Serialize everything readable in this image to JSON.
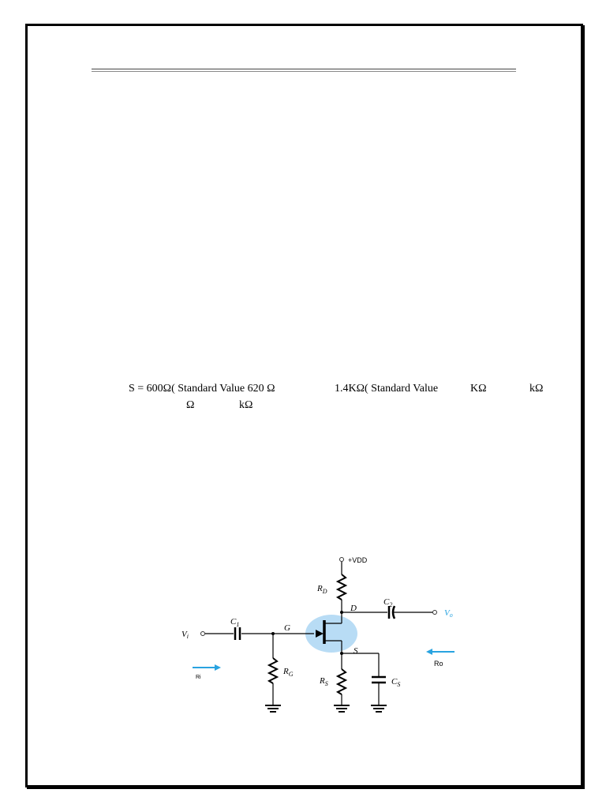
{
  "document": {
    "line1": [
      {
        "id": "s",
        "text": "S = 600Ω( Standard Value 620 Ω"
      },
      {
        "id": "d",
        "text": "1.4KΩ( Standard Value"
      },
      {
        "id": "k1",
        "text": "KΩ"
      },
      {
        "id": "k2",
        "text": "kΩ"
      }
    ],
    "line2": [
      {
        "id": "o",
        "text": "Ω"
      },
      {
        "id": "k3",
        "text": "kΩ"
      }
    ]
  },
  "circuit": {
    "vdd": "+VDD",
    "rd_main": "R",
    "rd_sub": "D",
    "drain": "D",
    "c2_main": "C",
    "c2_sub": "2",
    "vo_main": "V",
    "vo_sub": "o",
    "vi_main": "V",
    "vi_sub": "i",
    "c1_main": "C",
    "c1_sub": "1",
    "gate": "G",
    "source": "S",
    "rg_main": "R",
    "rg_sub": "G",
    "rs_main": "R",
    "rs_sub": "S",
    "cs_main": "C",
    "cs_sub": "S",
    "ri": "Ri",
    "ro": "Ro",
    "colors": {
      "arrow": "#29a3e0",
      "highlight": "#b8dcf5",
      "vo": "#29a3e0"
    }
  }
}
